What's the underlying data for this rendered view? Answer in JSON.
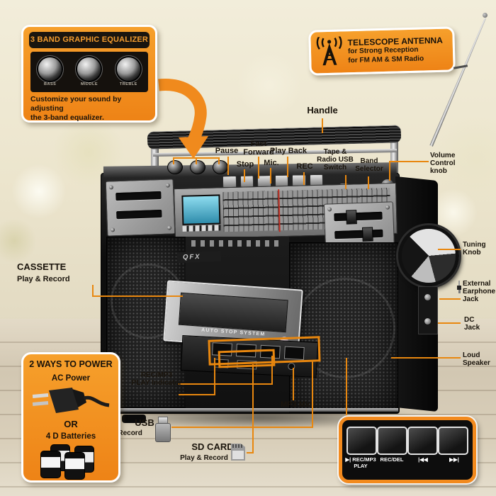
{
  "colors": {
    "accent_orange": "#F28A1E",
    "callout_line": "#E8870F",
    "label_text": "#1A140C",
    "lcd_blue": "#55B9D9"
  },
  "eq_box": {
    "title": "3 BAND GRAPHIC EQUALIZER",
    "knobs": [
      "BASS",
      "MIDDLE",
      "TREBLE"
    ],
    "caption": "Customize your sound by adjusting\nthe 3-band equalizer."
  },
  "antenna_box": {
    "title": "TELESCOPE ANTENNA",
    "line1": "for Strong Reception",
    "line2": "for FM AM & SM Radio"
  },
  "callouts": {
    "handle": "Handle",
    "pause": "Pause",
    "stop": "Stop",
    "fast_forward": "Fast\nForward",
    "mic": "Mic.",
    "play_back": "Play Back",
    "rec": "REC",
    "tape_radio_usb": "Tape &\nRadio USB\nSwitch",
    "band_selector": "Band\nSelector",
    "volume": "Volume\nControl\nknob",
    "tuning": "Tuning\nKnob",
    "earphone": "External\nEarphone\nJack",
    "dc_jack": "DC\nJack",
    "loud_speaker": "Loud\nSpeaker",
    "cassette_title": "CASSETTE",
    "cassette_sub": "Play & Record",
    "rec_indicator": "REC/MP3\nPLAY Indicator",
    "mp3_mic": "MP3 Mic",
    "usb_title": "USB",
    "usb_sub": "Play & Record",
    "sd_title": "SD CARD",
    "sd_sub": "Play & Record"
  },
  "power_box": {
    "title": "2 WAYS TO POWER",
    "ac": "AC Power",
    "or": "OR",
    "batteries": "4 D Batteries"
  },
  "remote_panel": {
    "labels": [
      "▶| REC/MP3\nPLAY",
      "REC/DEL",
      "|◀◀",
      "▶▶|"
    ]
  },
  "radio": {
    "brand": "QFX",
    "deck_text": "AUTO STOP SYSTEM"
  }
}
